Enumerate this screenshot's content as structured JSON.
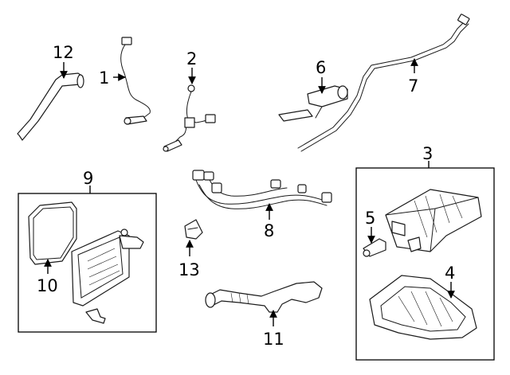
{
  "callouts": [
    {
      "id": "1",
      "text": "1"
    },
    {
      "id": "2",
      "text": "2"
    },
    {
      "id": "3",
      "text": "3"
    },
    {
      "id": "4",
      "text": "4"
    },
    {
      "id": "5",
      "text": "5"
    },
    {
      "id": "6",
      "text": "6"
    },
    {
      "id": "7",
      "text": "7"
    },
    {
      "id": "8",
      "text": "8"
    },
    {
      "id": "9",
      "text": "9"
    },
    {
      "id": "10",
      "text": "10"
    },
    {
      "id": "11",
      "text": "11"
    },
    {
      "id": "12",
      "text": "12"
    },
    {
      "id": "13",
      "text": "13"
    }
  ],
  "colors": {
    "ink": "#000000",
    "background": "#ffffff"
  }
}
